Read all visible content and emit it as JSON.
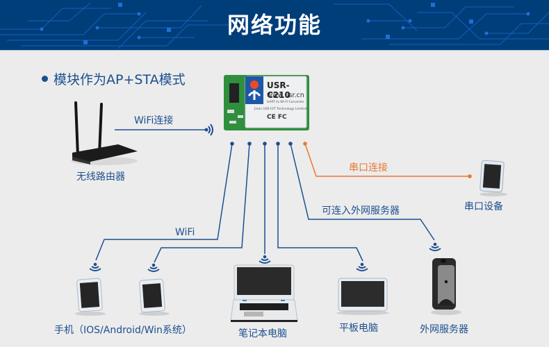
{
  "banner": {
    "title": "网络功能"
  },
  "subtitle": {
    "text": "模块作为AP+STA模式"
  },
  "module": {
    "model": "USR-C210",
    "website": "www.usr.cn",
    "description": "UART to Wi-Fi Converter",
    "company": "Jinan USR IOT Technology Limited",
    "cert_marks": "CE FC"
  },
  "connections": {
    "router_link": "WiFi连接",
    "serial_link": "串口连接",
    "internet_link": "可连入外网服务器",
    "wifi_link": "WiFi"
  },
  "devices": {
    "router": "无线路由器",
    "serial_device": "串口设备",
    "phones": "手机（IOS/Android/Win系统）",
    "laptop": "笔记本电脑",
    "tablet": "平板电脑",
    "server": "外网服务器"
  },
  "colors": {
    "banner": "#003e7a",
    "primary_line": "#1c4f8f",
    "serial_line": "#e8782f",
    "background": "#ececec"
  }
}
